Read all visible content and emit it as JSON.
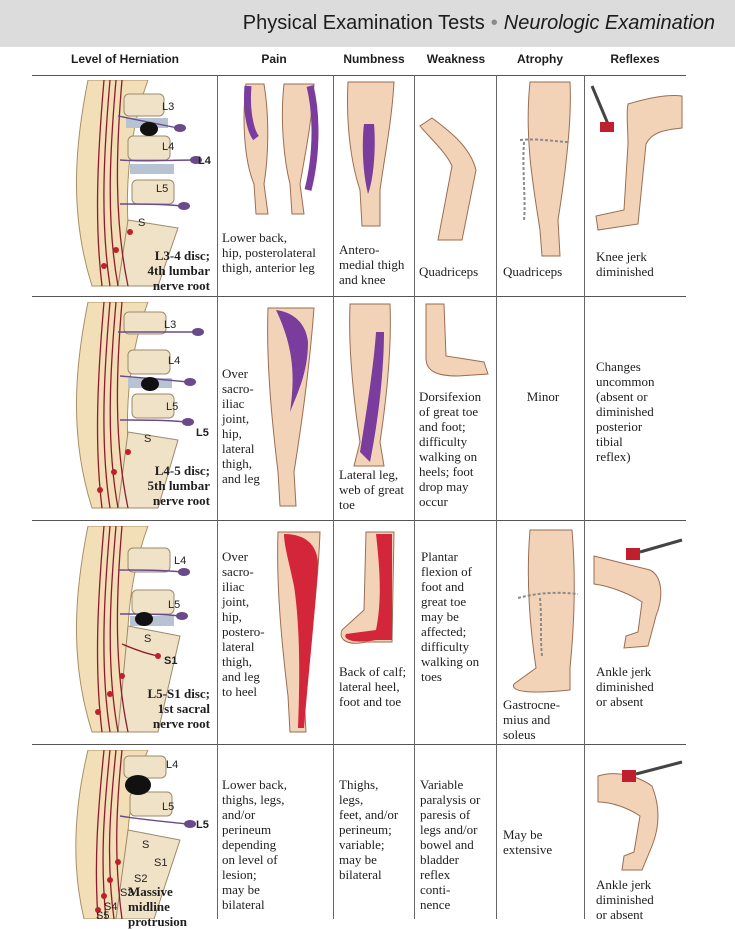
{
  "banner": {
    "title": "Physical Examination Tests",
    "subtitle": "Neurologic Examination"
  },
  "columns": [
    "Level of Herniation",
    "Pain",
    "Numbness",
    "Weakness",
    "Atrophy",
    "Reflexes"
  ],
  "rows": [
    {
      "level": "L3-4 disc;\n4th lumbar\nnerve root",
      "pain": "Lower back,\nhip, posterolateral\nthigh, anterior leg",
      "numbness": "Antero-\nmedial thigh\nand knee",
      "weakness": "Quadriceps",
      "atrophy": "Quadriceps",
      "reflexes": "Knee jerk\ndiminished",
      "spine_labels": [
        "L3",
        "L4",
        "L5",
        "S",
        "L4"
      ]
    },
    {
      "level": "L4-5 disc;\n5th lumbar\nnerve root",
      "pain": "Over\nsacro-\niliac\njoint,\nhip,\nlateral\nthigh,\nand leg",
      "numbness": "Lateral leg,\nweb of great\ntoe",
      "weakness": "Dorsifexion\nof great toe\nand foot;\ndifficulty\nwalking on\nheels; foot\ndrop may\noccur",
      "atrophy": "Minor",
      "reflexes": "Changes\nuncommon\n(absent or\ndiminished\nposterior\ntibial\nreflex)",
      "spine_labels": [
        "L3",
        "L4",
        "L5",
        "S",
        "L5"
      ]
    },
    {
      "level": "L5-S1 disc;\n1st sacral\nnerve root",
      "pain": "Over\nsacro-\niliac\njoint,\nhip,\npostero-\nlateral\nthigh,\nand leg\nto heel",
      "numbness": "Back of calf;\nlateral heel,\nfoot and toe",
      "weakness": "Plantar\nflexion of\nfoot and\ngreat toe\nmay be\naffected;\ndifficulty\nwalking on\ntoes",
      "atrophy": "Gastrocne-\nmius and\nsoleus",
      "reflexes": "Ankle jerk\ndiminished\nor absent",
      "spine_labels": [
        "L4",
        "L5",
        "S",
        "S1"
      ]
    },
    {
      "level": "Massive\nmidline\nprotrusion",
      "pain": "Lower back,\nthighs, legs,\nand/or\nperineum\ndepending\non level of\nlesion;\nmay be\nbilateral",
      "numbness": "Thighs,\nlegs,\nfeet, and/or\nperineum;\nvariable;\nmay be\nbilateral",
      "weakness": "Variable\nparalysis or\nparesis of\nlegs and/or\nbowel and\nbladder\nreflex\nconti-\nnence",
      "atrophy": "May be\nextensive",
      "reflexes": "Ankle jerk\ndiminished\nor absent",
      "spine_labels": [
        "L4",
        "L5",
        "S",
        "S1",
        "S2",
        "S3",
        "S4",
        "S5",
        "L5"
      ]
    }
  ],
  "colors": {
    "pain_row1": "#7a3d9e",
    "pain_row3": "#d4263a",
    "skin": "#f3d3b8",
    "banner": "#dcdcdc"
  }
}
